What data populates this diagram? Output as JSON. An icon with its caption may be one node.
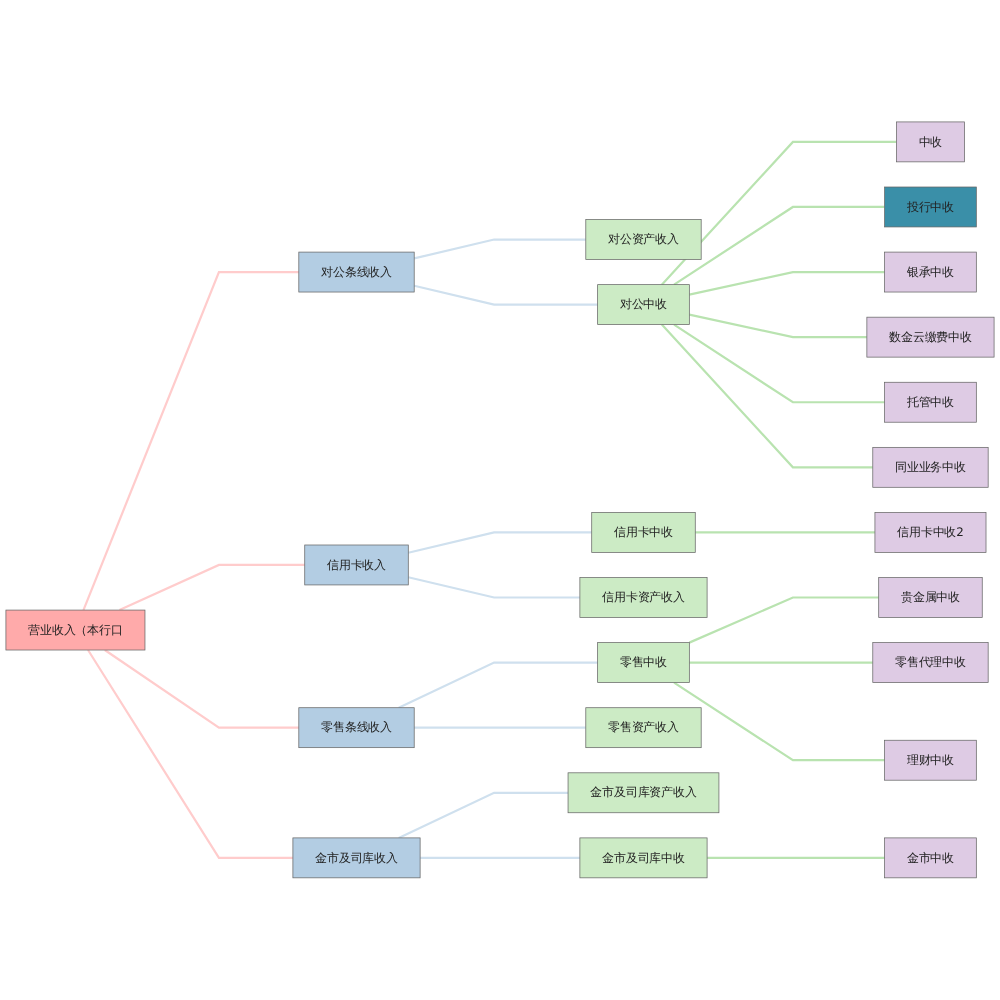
{
  "diagram": {
    "nodes": [
      {
        "text": [
          "营业收入（本行口"
        ]
      },
      {
        "text": [
          "对公条线收入"
        ]
      },
      {
        "text": [
          "信用卡收入"
        ]
      },
      {
        "text": [
          "零售条线收入"
        ]
      },
      {
        "text": [
          "金市及司库收入"
        ]
      },
      {
        "text": [
          "对公资产收入"
        ]
      },
      {
        "text": [
          "对公中收"
        ]
      },
      {
        "text": [
          "金市及司库资产收入"
        ]
      },
      {
        "text": [
          "信用卡中收"
        ]
      },
      {
        "text": [
          "信用卡资产收入"
        ]
      },
      {
        "text": [
          "零售中收"
        ]
      },
      {
        "text": [
          "零售资产收入"
        ]
      },
      {
        "text": [
          "金市及司库中收"
        ]
      },
      {
        "text": [
          "中收"
        ]
      },
      {
        "text": [
          "投行中收"
        ]
      },
      {
        "text": [
          "银承中收"
        ]
      },
      {
        "text": [
          "贵金属中收"
        ]
      },
      {
        "text": [
          "信用卡中收2"
        ]
      },
      {
        "text": [
          "零售代理中收"
        ]
      },
      {
        "text": [
          "数金云缴费中收"
        ]
      },
      {
        "text": [
          "理财中收"
        ]
      },
      {
        "text": [
          "托管中收"
        ]
      },
      {
        "text": [
          "金市中收"
        ]
      },
      {
        "text": [
          "同业业务中收"
        ]
      }
    ],
    "edges": [
      {
        "from": 0,
        "to": 1,
        "arrow": "none",
        "color": "#ffcccc"
      },
      {
        "from": 0,
        "to": 2,
        "arrow": "none",
        "color": "#ffcccc"
      },
      {
        "from": 0,
        "to": 3,
        "arrow": "none",
        "color": "#ffcccc"
      },
      {
        "from": 0,
        "to": 4,
        "arrow": "none",
        "color": "#ffcccc"
      },
      {
        "from": 1,
        "to": 5,
        "arrow": "none",
        "color": "#cfe0ee"
      },
      {
        "from": 1,
        "to": 6,
        "arrow": "none",
        "color": "#cfe0ee"
      },
      {
        "from": 2,
        "to": 8,
        "arrow": "none",
        "color": "#cfe0ee"
      },
      {
        "from": 2,
        "to": 9,
        "arrow": "none",
        "color": "#cfe0ee"
      },
      {
        "from": 3,
        "to": 10,
        "arrow": "none",
        "color": "#cfe0ee"
      },
      {
        "from": 3,
        "to": 11,
        "arrow": "none",
        "color": "#cfe0ee"
      },
      {
        "from": 4,
        "to": 7,
        "arrow": "none",
        "color": "#cfe0ee"
      },
      {
        "from": 4,
        "to": 12,
        "arrow": "none",
        "color": "#cfe0ee"
      },
      {
        "from": 6,
        "to": 13,
        "arrow": "none"
      },
      {
        "from": 6,
        "to": 14,
        "arrow": "none"
      },
      {
        "from": 6,
        "to": 15,
        "arrow": "none"
      },
      {
        "from": 10,
        "to": 16,
        "arrow": "none"
      },
      {
        "from": 8,
        "to": 17,
        "arrow": "none"
      },
      {
        "from": 10,
        "to": 18,
        "arrow": "none"
      },
      {
        "from": 6,
        "to": 19,
        "arrow": "none"
      },
      {
        "from": 10,
        "to": 20,
        "arrow": "none"
      },
      {
        "from": 6,
        "to": 21,
        "arrow": "none"
      },
      {
        "from": 12,
        "to": 22,
        "arrow": "none"
      },
      {
        "from": 6,
        "to": 23,
        "arrow": "none"
      }
    ]
  }
}
